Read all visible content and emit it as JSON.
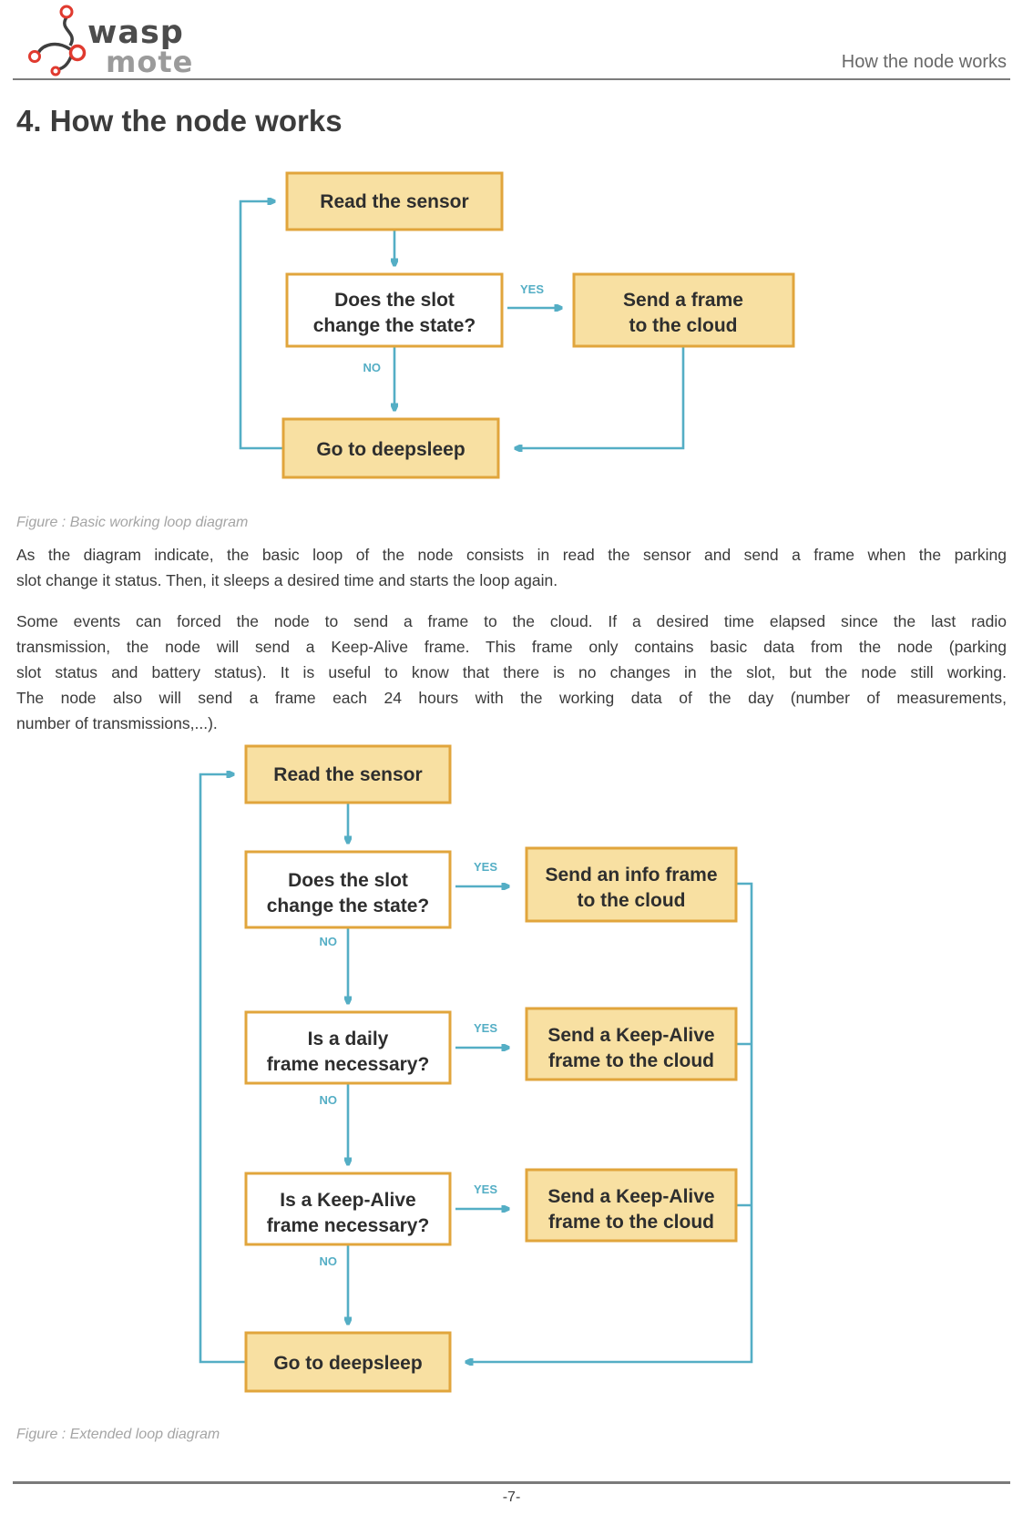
{
  "colors": {
    "box_fill": "#f8e0a2",
    "box_border": "#e1a53c",
    "arrow_teal": "#54aec5",
    "header_gray": "#686868",
    "logo_red": "#e03a2f"
  },
  "header": {
    "title": "How the node works",
    "logo_wasp": "wasp",
    "logo_mote": "mote"
  },
  "heading": "4. How the node works",
  "figure1": {
    "caption": "Figure : Basic working loop diagram",
    "read": "Read the sensor",
    "cond1a": "Does the slot",
    "cond1b": "change the state?",
    "send1a": "Send a frame",
    "send1b": "to the cloud",
    "sleep": "Go to deepsleep",
    "yes": "YES",
    "no": "NO"
  },
  "paragraph1": {
    "lines": [
      "As the diagram indicate, the basic loop of the node consists in read the sensor and send a frame when the parking",
      "slot change it status. Then, it sleeps a desired time and starts the loop again."
    ]
  },
  "paragraph2": {
    "lines": [
      "Some events can forced the node to send a frame to the cloud. If a desired time elapsed since the last radio",
      "transmission, the node will send a Keep-Alive frame. This frame only contains basic data from the node (parking",
      "slot status and battery status). It is useful to know that there is no changes in the slot, but the node still working.",
      "The node also will send a frame each 24 hours with the working data of the day (number of measurements,",
      "number of transmissions,...)."
    ]
  },
  "figure2": {
    "caption": "Figure : Extended loop diagram",
    "read": "Read the sensor",
    "cond1a": "Does the slot",
    "cond1b": "change the state?",
    "send1a": "Send an info frame",
    "send1b": "to the cloud",
    "cond2a": "Is a daily",
    "cond2b": "frame necessary?",
    "send2a": "Send a Keep-Alive",
    "send2b": "frame to the cloud",
    "cond3a": "Is a Keep-Alive",
    "cond3b": "frame necessary?",
    "send3a": "Send a Keep-Alive",
    "send3b": "frame to the cloud",
    "sleep": "Go to deepsleep",
    "yes": "YES",
    "no": "NO"
  },
  "footer": {
    "page_number": "-7-"
  }
}
